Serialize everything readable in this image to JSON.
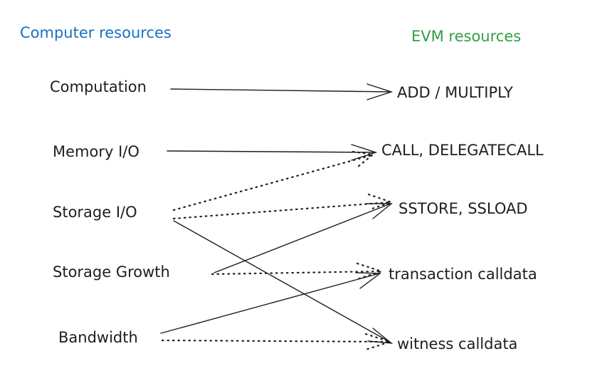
{
  "headers": {
    "computer": "Computer resources",
    "evm": "EVM resources"
  },
  "colors": {
    "computer_header": "#1971c2",
    "evm_header": "#2f9e44",
    "ink": "#1e1e1e"
  },
  "computer_resources": [
    "Computation",
    "Memory I/O",
    "Storage I/O",
    "Storage Growth",
    "Bandwidth"
  ],
  "evm_resources": [
    "ADD / MULTIPLY",
    "CALL, DELEGATECALL",
    "SSTORE, SSLOAD",
    "transaction calldata",
    "witness calldata"
  ],
  "mappings": [
    {
      "from": "Computation",
      "to": "ADD / MULTIPLY",
      "style": "solid"
    },
    {
      "from": "Memory I/O",
      "to": "CALL, DELEGATECALL",
      "style": "solid"
    },
    {
      "from": "Storage I/O",
      "to": "CALL, DELEGATECALL",
      "style": "dotted"
    },
    {
      "from": "Storage I/O",
      "to": "SSTORE, SSLOAD",
      "style": "dotted"
    },
    {
      "from": "Storage I/O",
      "to": "witness calldata",
      "style": "solid"
    },
    {
      "from": "Storage Growth",
      "to": "SSTORE, SSLOAD",
      "style": "solid"
    },
    {
      "from": "Storage Growth",
      "to": "transaction calldata",
      "style": "dotted"
    },
    {
      "from": "Bandwidth",
      "to": "transaction calldata",
      "style": "solid"
    },
    {
      "from": "Bandwidth",
      "to": "witness calldata",
      "style": "dotted"
    }
  ]
}
